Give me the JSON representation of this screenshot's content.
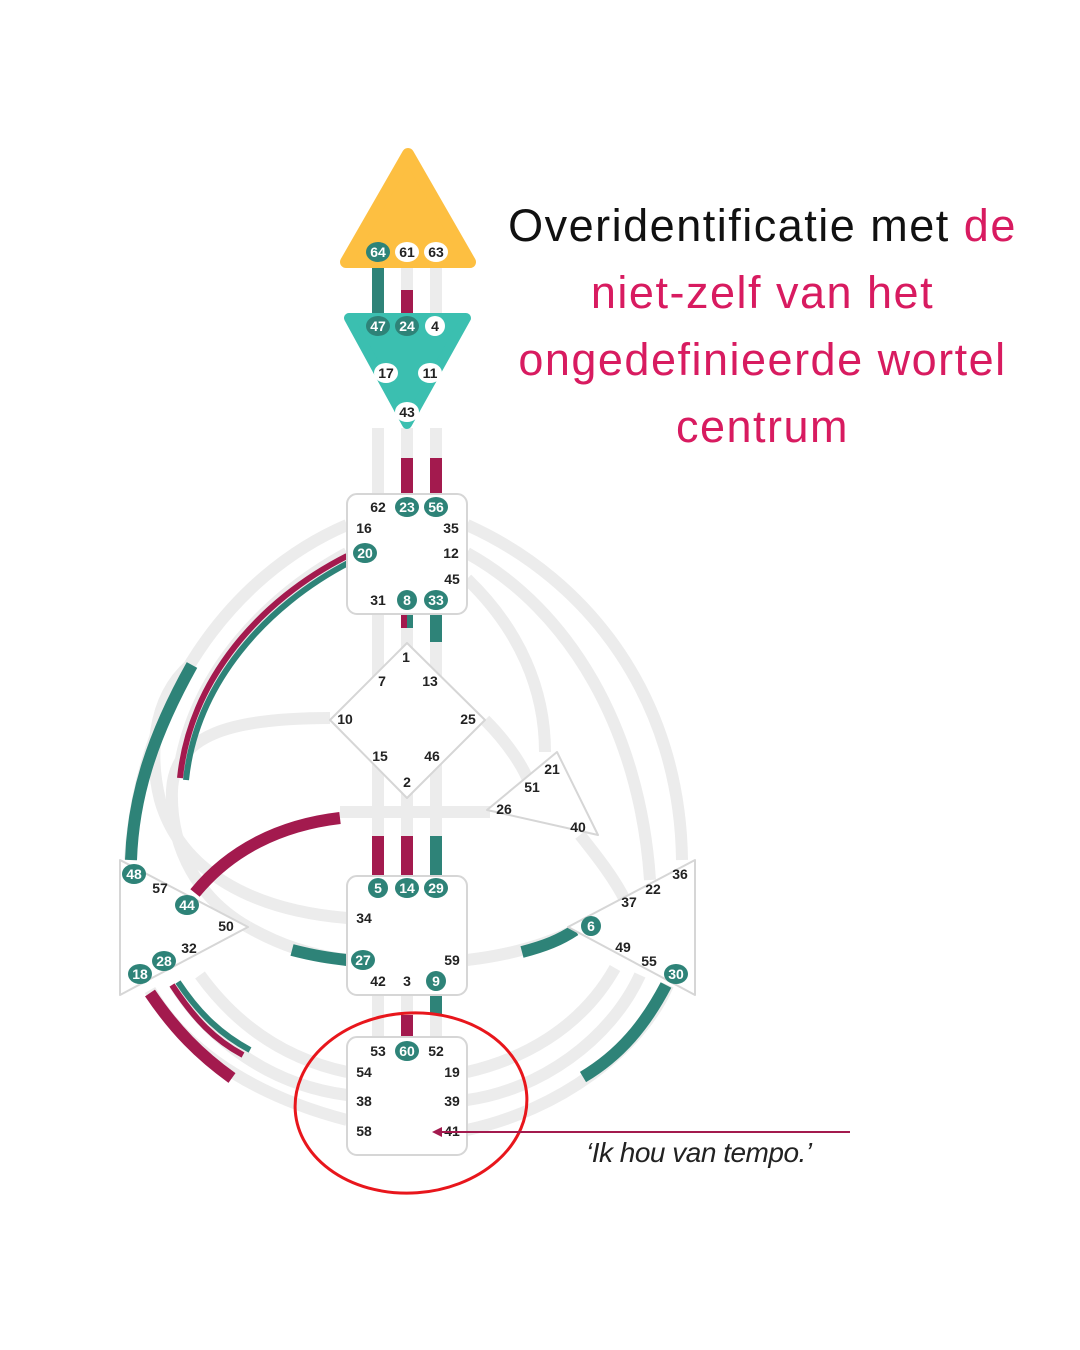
{
  "title": {
    "plain": "Overidentificatie met ",
    "highlight": "de niet-zelf van het ongedefinieerde wortel centrum"
  },
  "quote": "‘Ik hou van tempo.’",
  "colors": {
    "teal": "#2e8378",
    "crimson": "#a31a4e",
    "head": "#fdbf41",
    "ajna": "#3bbfb0",
    "channel": "#ececec",
    "highlight": "#d81b60",
    "circle": "#e8161c"
  },
  "centres": [
    {
      "name": "head",
      "gates": [
        {
          "n": "64",
          "active": true
        },
        {
          "n": "61",
          "active": false
        },
        {
          "n": "63",
          "active": false
        }
      ]
    },
    {
      "name": "ajna",
      "gates": [
        {
          "n": "47",
          "active": true
        },
        {
          "n": "24",
          "active": true
        },
        {
          "n": "4",
          "active": false
        },
        {
          "n": "17",
          "active": false
        },
        {
          "n": "11",
          "active": false
        },
        {
          "n": "43",
          "active": false
        }
      ]
    },
    {
      "name": "throat",
      "gates": [
        {
          "n": "62",
          "active": false
        },
        {
          "n": "23",
          "active": true
        },
        {
          "n": "56",
          "active": true
        },
        {
          "n": "16",
          "active": false
        },
        {
          "n": "35",
          "active": false
        },
        {
          "n": "20",
          "active": true
        },
        {
          "n": "12",
          "active": false
        },
        {
          "n": "45",
          "active": false
        },
        {
          "n": "31",
          "active": false
        },
        {
          "n": "8",
          "active": true
        },
        {
          "n": "33",
          "active": true
        }
      ]
    },
    {
      "name": "g",
      "gates": [
        {
          "n": "1",
          "active": false
        },
        {
          "n": "7",
          "active": false
        },
        {
          "n": "13",
          "active": false
        },
        {
          "n": "10",
          "active": false
        },
        {
          "n": "25",
          "active": false
        },
        {
          "n": "15",
          "active": false
        },
        {
          "n": "46",
          "active": false
        },
        {
          "n": "2",
          "active": false
        }
      ]
    },
    {
      "name": "ego",
      "gates": [
        {
          "n": "21",
          "active": false
        },
        {
          "n": "51",
          "active": false
        },
        {
          "n": "26",
          "active": false
        },
        {
          "n": "40",
          "active": false
        }
      ]
    },
    {
      "name": "sacral",
      "gates": [
        {
          "n": "5",
          "active": true
        },
        {
          "n": "14",
          "active": true
        },
        {
          "n": "29",
          "active": true
        },
        {
          "n": "34",
          "active": false
        },
        {
          "n": "27",
          "active": true
        },
        {
          "n": "59",
          "active": false
        },
        {
          "n": "42",
          "active": false
        },
        {
          "n": "3",
          "active": false
        },
        {
          "n": "9",
          "active": true
        }
      ]
    },
    {
      "name": "root",
      "gates": [
        {
          "n": "53",
          "active": false
        },
        {
          "n": "60",
          "active": true
        },
        {
          "n": "52",
          "active": false
        },
        {
          "n": "54",
          "active": false
        },
        {
          "n": "19",
          "active": false
        },
        {
          "n": "38",
          "active": false
        },
        {
          "n": "39",
          "active": false
        },
        {
          "n": "58",
          "active": false
        },
        {
          "n": "41",
          "active": false
        }
      ]
    },
    {
      "name": "spleen",
      "gates": [
        {
          "n": "48",
          "active": true
        },
        {
          "n": "57",
          "active": false
        },
        {
          "n": "44",
          "active": true
        },
        {
          "n": "50",
          "active": false
        },
        {
          "n": "32",
          "active": false
        },
        {
          "n": "28",
          "active": true
        },
        {
          "n": "18",
          "active": true
        }
      ]
    },
    {
      "name": "solar-plexus",
      "gates": [
        {
          "n": "36",
          "active": false
        },
        {
          "n": "22",
          "active": false
        },
        {
          "n": "37",
          "active": false
        },
        {
          "n": "6",
          "active": true
        },
        {
          "n": "49",
          "active": false
        },
        {
          "n": "55",
          "active": false
        },
        {
          "n": "30",
          "active": true
        }
      ]
    }
  ]
}
